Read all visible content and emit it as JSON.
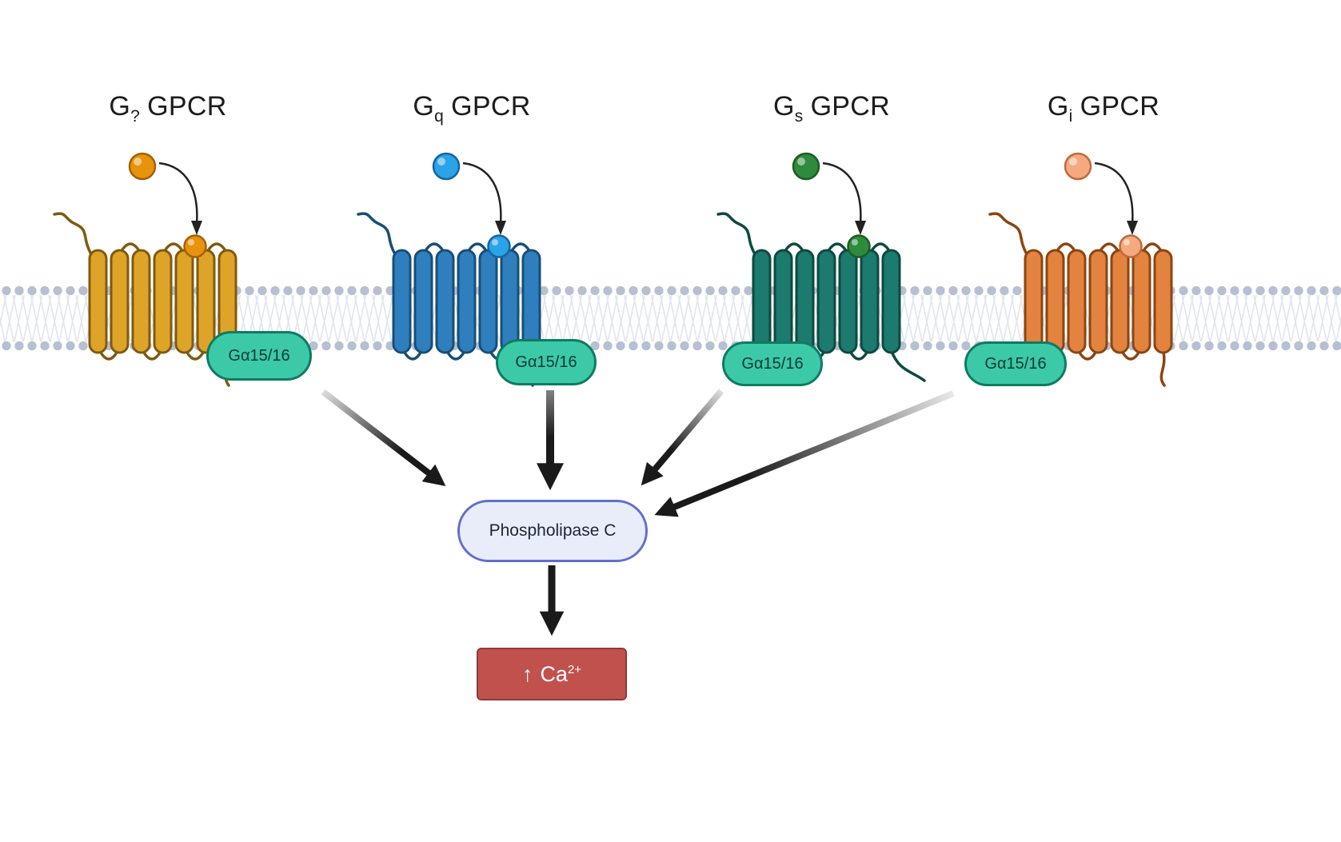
{
  "membrane": {
    "head_color": "#b7bfd3",
    "tail_color": "#dce1ec"
  },
  "receptors": [
    {
      "name": "g-unknown-gpcr",
      "label": {
        "g": "G",
        "sub": "?",
        "rest": "GPCR"
      },
      "colors": {
        "helix": "#dda428",
        "outline": "#7f5a10",
        "ligand": "#e8930e",
        "ligand_outline": "#a36008"
      }
    },
    {
      "name": "gq-gpcr",
      "label": {
        "g": "G",
        "sub": "q",
        "rest": "GPCR"
      },
      "colors": {
        "helix": "#2f7fbf",
        "outline": "#174f75",
        "ligand": "#2ba3e8",
        "ligand_outline": "#1565a0"
      }
    },
    {
      "name": "gs-gpcr",
      "label": {
        "g": "G",
        "sub": "s",
        "rest": "GPCR"
      },
      "colors": {
        "helix": "#1c7a6e",
        "outline": "#0d4a40",
        "ligand": "#2e8b3d",
        "ligand_outline": "#1b5e20"
      }
    },
    {
      "name": "gi-gpcr",
      "label": {
        "g": "G",
        "sub": "i",
        "rest": "GPCR"
      },
      "colors": {
        "helix": "#e2833f",
        "outline": "#8c4511",
        "ligand": "#f4a97e",
        "ligand_outline": "#c06a3b"
      }
    }
  ],
  "g_alpha": {
    "label": "Gα15/16",
    "fill": "#3cc9a7",
    "outline": "#0f7b63",
    "text": "#0e3b34"
  },
  "plc": {
    "label": "Phospholipase C",
    "fill": "#e9edf9",
    "outline": "#6070ce",
    "text": "#1d2433"
  },
  "calcium": {
    "arrow": "↑",
    "label": "Ca",
    "sup": "2+",
    "fill": "#c0514d",
    "outline": "#8e3a36",
    "text": "#ffffff"
  }
}
